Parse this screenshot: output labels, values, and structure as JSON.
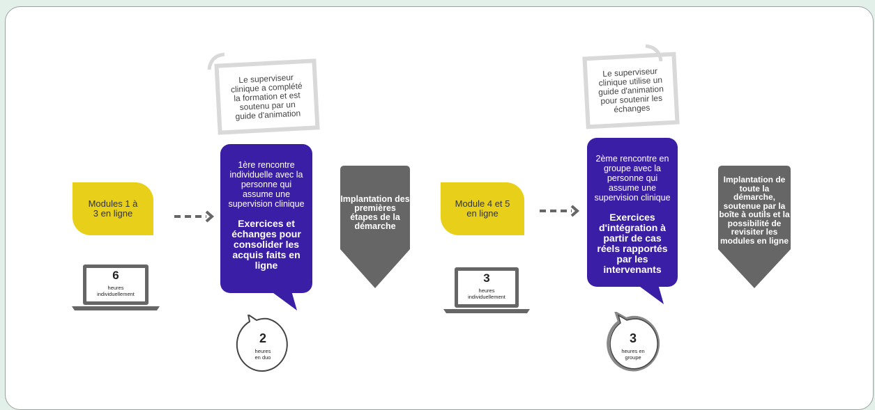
{
  "step1": {
    "modules_label": "Modules 1 à 3 en ligne",
    "laptop_hours": "6",
    "laptop_sub": "heures individuellement"
  },
  "note1": {
    "text": "Le superviseur clinique a complété la formation et est soutenu par un guide d'animation"
  },
  "meeting1": {
    "intro": "1ère rencontre individuelle avec la personne qui assume une supervision clinique",
    "focus": "Exercices et échanges pour consolider les acquis faits en ligne",
    "bubble_hours": "2",
    "bubble_sub": "heures en duo"
  },
  "outcome1": {
    "text": "Implantation des premières étapes de la démarche"
  },
  "step2": {
    "modules_label": "Module 4 et 5 en ligne",
    "laptop_hours": "3",
    "laptop_sub": "heures individuellement"
  },
  "note2": {
    "text": "Le superviseur clinique utilise un guide d'animation pour soutenir les échanges"
  },
  "meeting2": {
    "intro": "2ème rencontre en groupe avec la personne qui assume une supervision clinique",
    "focus": "Exercices d'intégration à partir de cas réels rapportés par les intervenants",
    "bubble_hours": "3",
    "bubble_sub": "heures en groupe"
  },
  "outcome2": {
    "text": "Implantation de toute la démarche, soutenue par la boîte à outils et la possibilité de revisiter les modules en ligne"
  },
  "colors": {
    "yellow": "#e8cf1a",
    "purple": "#3b1ea6",
    "grey_arrow": "#666666",
    "background": "#e3efe9"
  }
}
